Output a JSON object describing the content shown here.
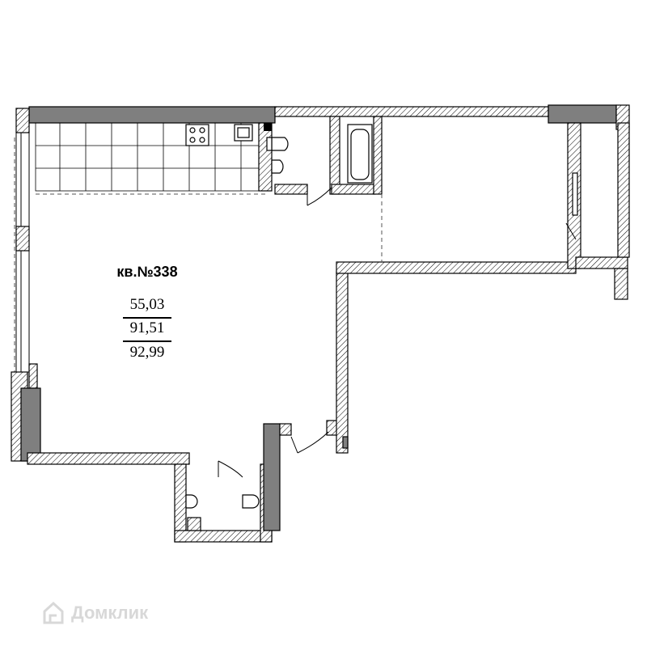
{
  "apartment": {
    "title": "кв.№338",
    "areas": [
      "55,03",
      "91,51",
      "92,99"
    ]
  },
  "watermark": {
    "text": "Домклик",
    "icon": "house-logo-icon"
  },
  "colors": {
    "wall_fill": "#7f7f7f",
    "line": "#000000",
    "watermark": "#d8d8d8"
  }
}
